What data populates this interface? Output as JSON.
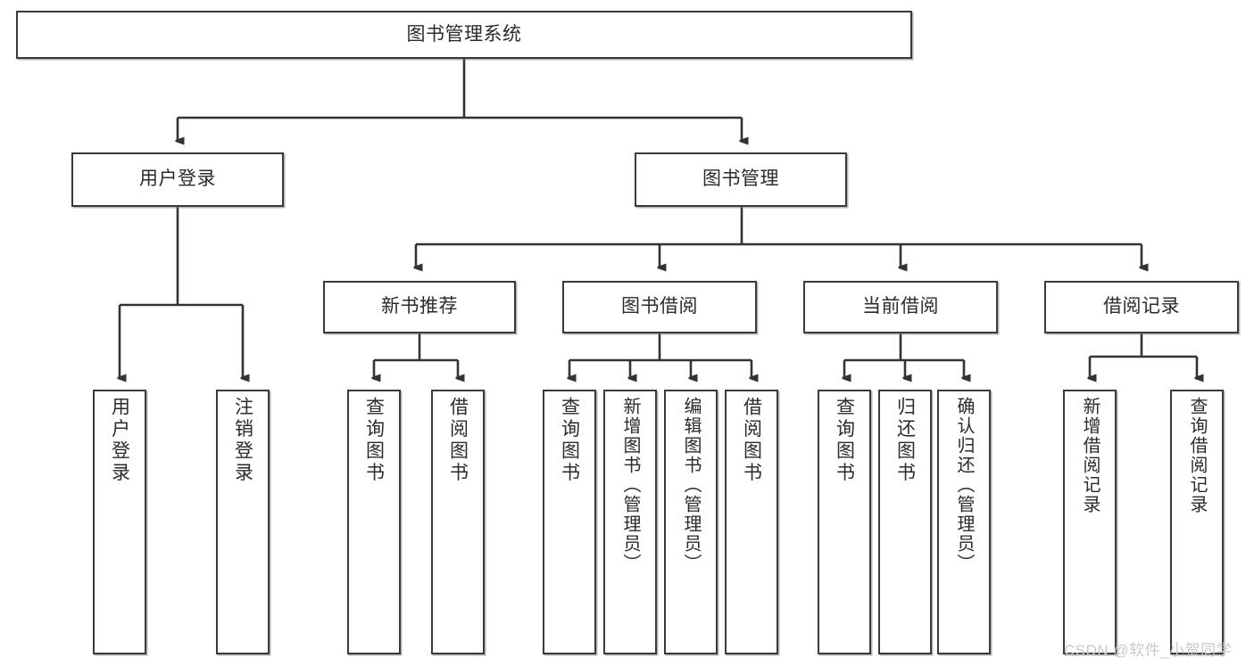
{
  "diagram": {
    "title": "图书管理系统",
    "type": "tree-hierarchy",
    "orientation": "top-down",
    "watermark": "CSDN @软件_小贺同学",
    "colors": {
      "node_border": "#3a3a3a",
      "node_fill": "#ffffff",
      "edge": "#333333",
      "text": "#2b2b2b",
      "watermark": "#c9c9c9",
      "background": "#ffffff"
    },
    "nodes": {
      "root": {
        "label": "图书管理系统"
      },
      "level2": [
        {
          "id": "user-login",
          "label": "用户登录"
        },
        {
          "id": "book-management",
          "label": "图书管理"
        }
      ],
      "level3": [
        {
          "id": "new-book-recommend",
          "label": "新书推荐"
        },
        {
          "id": "book-borrow",
          "label": "图书借阅"
        },
        {
          "id": "current-borrow",
          "label": "当前借阅"
        },
        {
          "id": "borrow-record",
          "label": "借阅记录"
        }
      ],
      "leaves": {
        "user_login": [
          {
            "id": "leaf-user-login",
            "label": "用户登录"
          },
          {
            "id": "leaf-logout-login",
            "label": "注销登录"
          }
        ],
        "new_book_recommend": [
          {
            "id": "leaf-query-book-1",
            "label": "查询图书"
          },
          {
            "id": "leaf-borrow-book-1",
            "label": "借阅图书"
          }
        ],
        "book_borrow": [
          {
            "id": "leaf-query-book-2",
            "label": "查询图书"
          },
          {
            "id": "leaf-add-book",
            "label": "新增图书（管理员）"
          },
          {
            "id": "leaf-edit-book",
            "label": "编辑图书（管理员）"
          },
          {
            "id": "leaf-borrow-book-2",
            "label": "借阅图书"
          }
        ],
        "current_borrow": [
          {
            "id": "leaf-query-book-3",
            "label": "查询图书"
          },
          {
            "id": "leaf-return-book",
            "label": "归还图书"
          },
          {
            "id": "leaf-confirm-return",
            "label": "确认归还（管理员）"
          }
        ],
        "borrow_record": [
          {
            "id": "leaf-add-borrow-record",
            "label": "新增借阅记录"
          },
          {
            "id": "leaf-query-borrow-record",
            "label": "查询借阅记录"
          }
        ]
      }
    }
  }
}
